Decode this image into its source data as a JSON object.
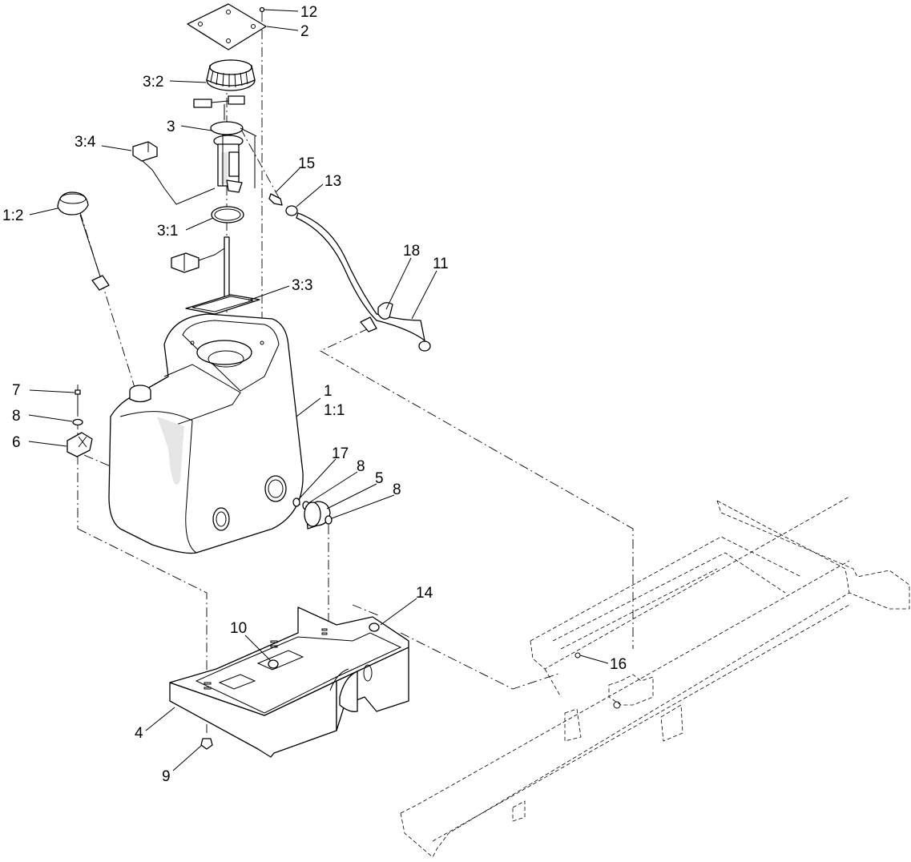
{
  "diagram": {
    "callouts": [
      {
        "id": "c12",
        "text": "12"
      },
      {
        "id": "c2",
        "text": "2"
      },
      {
        "id": "c3-2",
        "text": "3:2"
      },
      {
        "id": "c3",
        "text": "3"
      },
      {
        "id": "c3-4",
        "text": "3:4"
      },
      {
        "id": "c15",
        "text": "15"
      },
      {
        "id": "c13",
        "text": "13"
      },
      {
        "id": "c1-2",
        "text": "1:2"
      },
      {
        "id": "c3-1",
        "text": "3:1"
      },
      {
        "id": "c18",
        "text": "18"
      },
      {
        "id": "c11",
        "text": "11"
      },
      {
        "id": "c3-3",
        "text": "3:3"
      },
      {
        "id": "c7",
        "text": "7"
      },
      {
        "id": "c1",
        "text": "1"
      },
      {
        "id": "c1-1",
        "text": "1:1"
      },
      {
        "id": "c8a",
        "text": "8"
      },
      {
        "id": "c6",
        "text": "6"
      },
      {
        "id": "c17",
        "text": "17"
      },
      {
        "id": "c8b",
        "text": "8"
      },
      {
        "id": "c5",
        "text": "5"
      },
      {
        "id": "c8c",
        "text": "8"
      },
      {
        "id": "c14",
        "text": "14"
      },
      {
        "id": "c10",
        "text": "10"
      },
      {
        "id": "c16",
        "text": "16"
      },
      {
        "id": "c4",
        "text": "4"
      },
      {
        "id": "c9",
        "text": "9"
      }
    ]
  }
}
